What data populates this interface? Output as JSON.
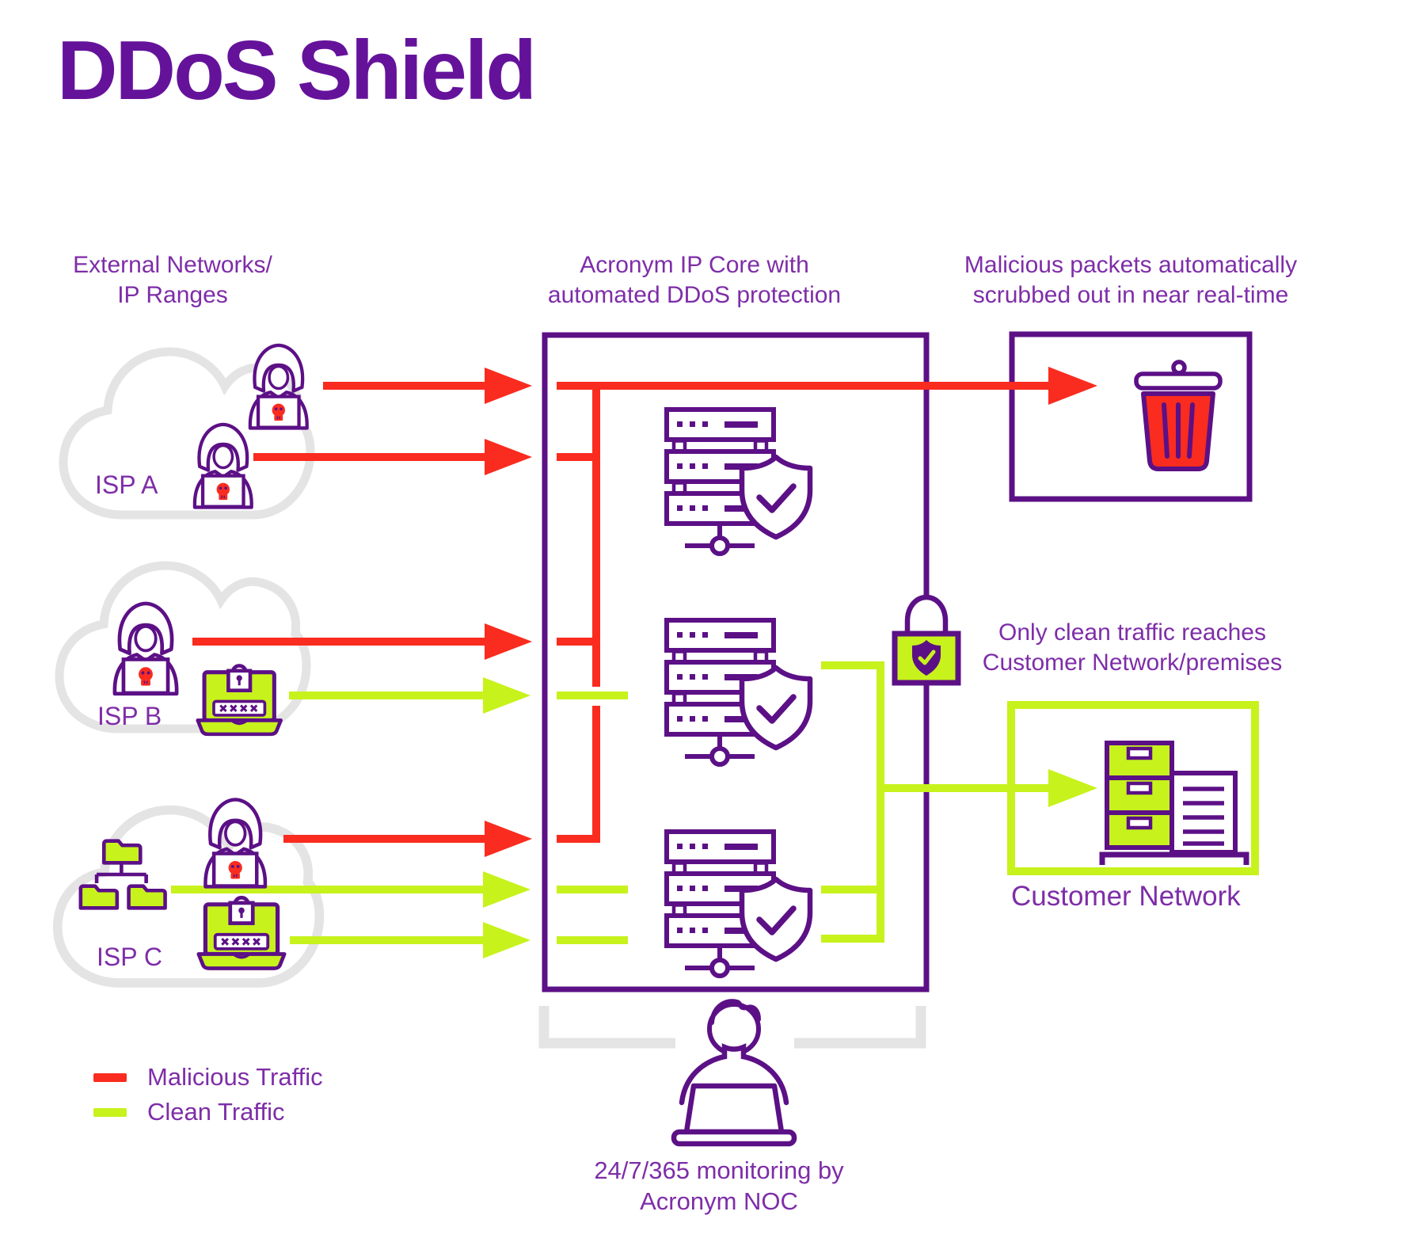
{
  "palette": {
    "purple": "#5c1086",
    "purple_title": "#65129b",
    "purple_label": "#7e2da8",
    "red": "#f92c1f",
    "green": "#c7f21c",
    "gray": "#e4e4e4"
  },
  "title": "DDoS Shield",
  "headings": {
    "sources": {
      "line1": "External Networks/",
      "line2": "IP Ranges"
    },
    "core": {
      "line1": "Acronym IP Core with",
      "line2": "automated DDoS protection"
    },
    "scrubbed": {
      "line1": "Malicious packets automatically",
      "line2": "scrubbed out in near real-time"
    },
    "clean": {
      "line1": "Only clean traffic reaches",
      "line2": "Customer Network/premises"
    }
  },
  "isps": [
    {
      "label": "ISP A"
    },
    {
      "label": "ISP B"
    },
    {
      "label": "ISP C"
    }
  ],
  "customer_network_label": "Customer Network",
  "legend": {
    "malicious": "Malicious Traffic",
    "clean": "Clean Traffic"
  },
  "monitoring": {
    "line1": "24/7/365 monitoring by",
    "line2": "Acronym NOC"
  },
  "icons": {
    "attacker": "hacker-laptop-skull-icon",
    "clean_client": "password-protected-laptop-icon",
    "folder_tree": "network-folders-icon",
    "core_server": "server-stack-shield-check-icon",
    "scrubber": "trash-can-icon",
    "gateway": "padlock-shield-icon",
    "customer": "file-cabinet-documents-icon",
    "noc": "person-at-laptop-icon",
    "cloud": "isp-cloud-shape"
  }
}
